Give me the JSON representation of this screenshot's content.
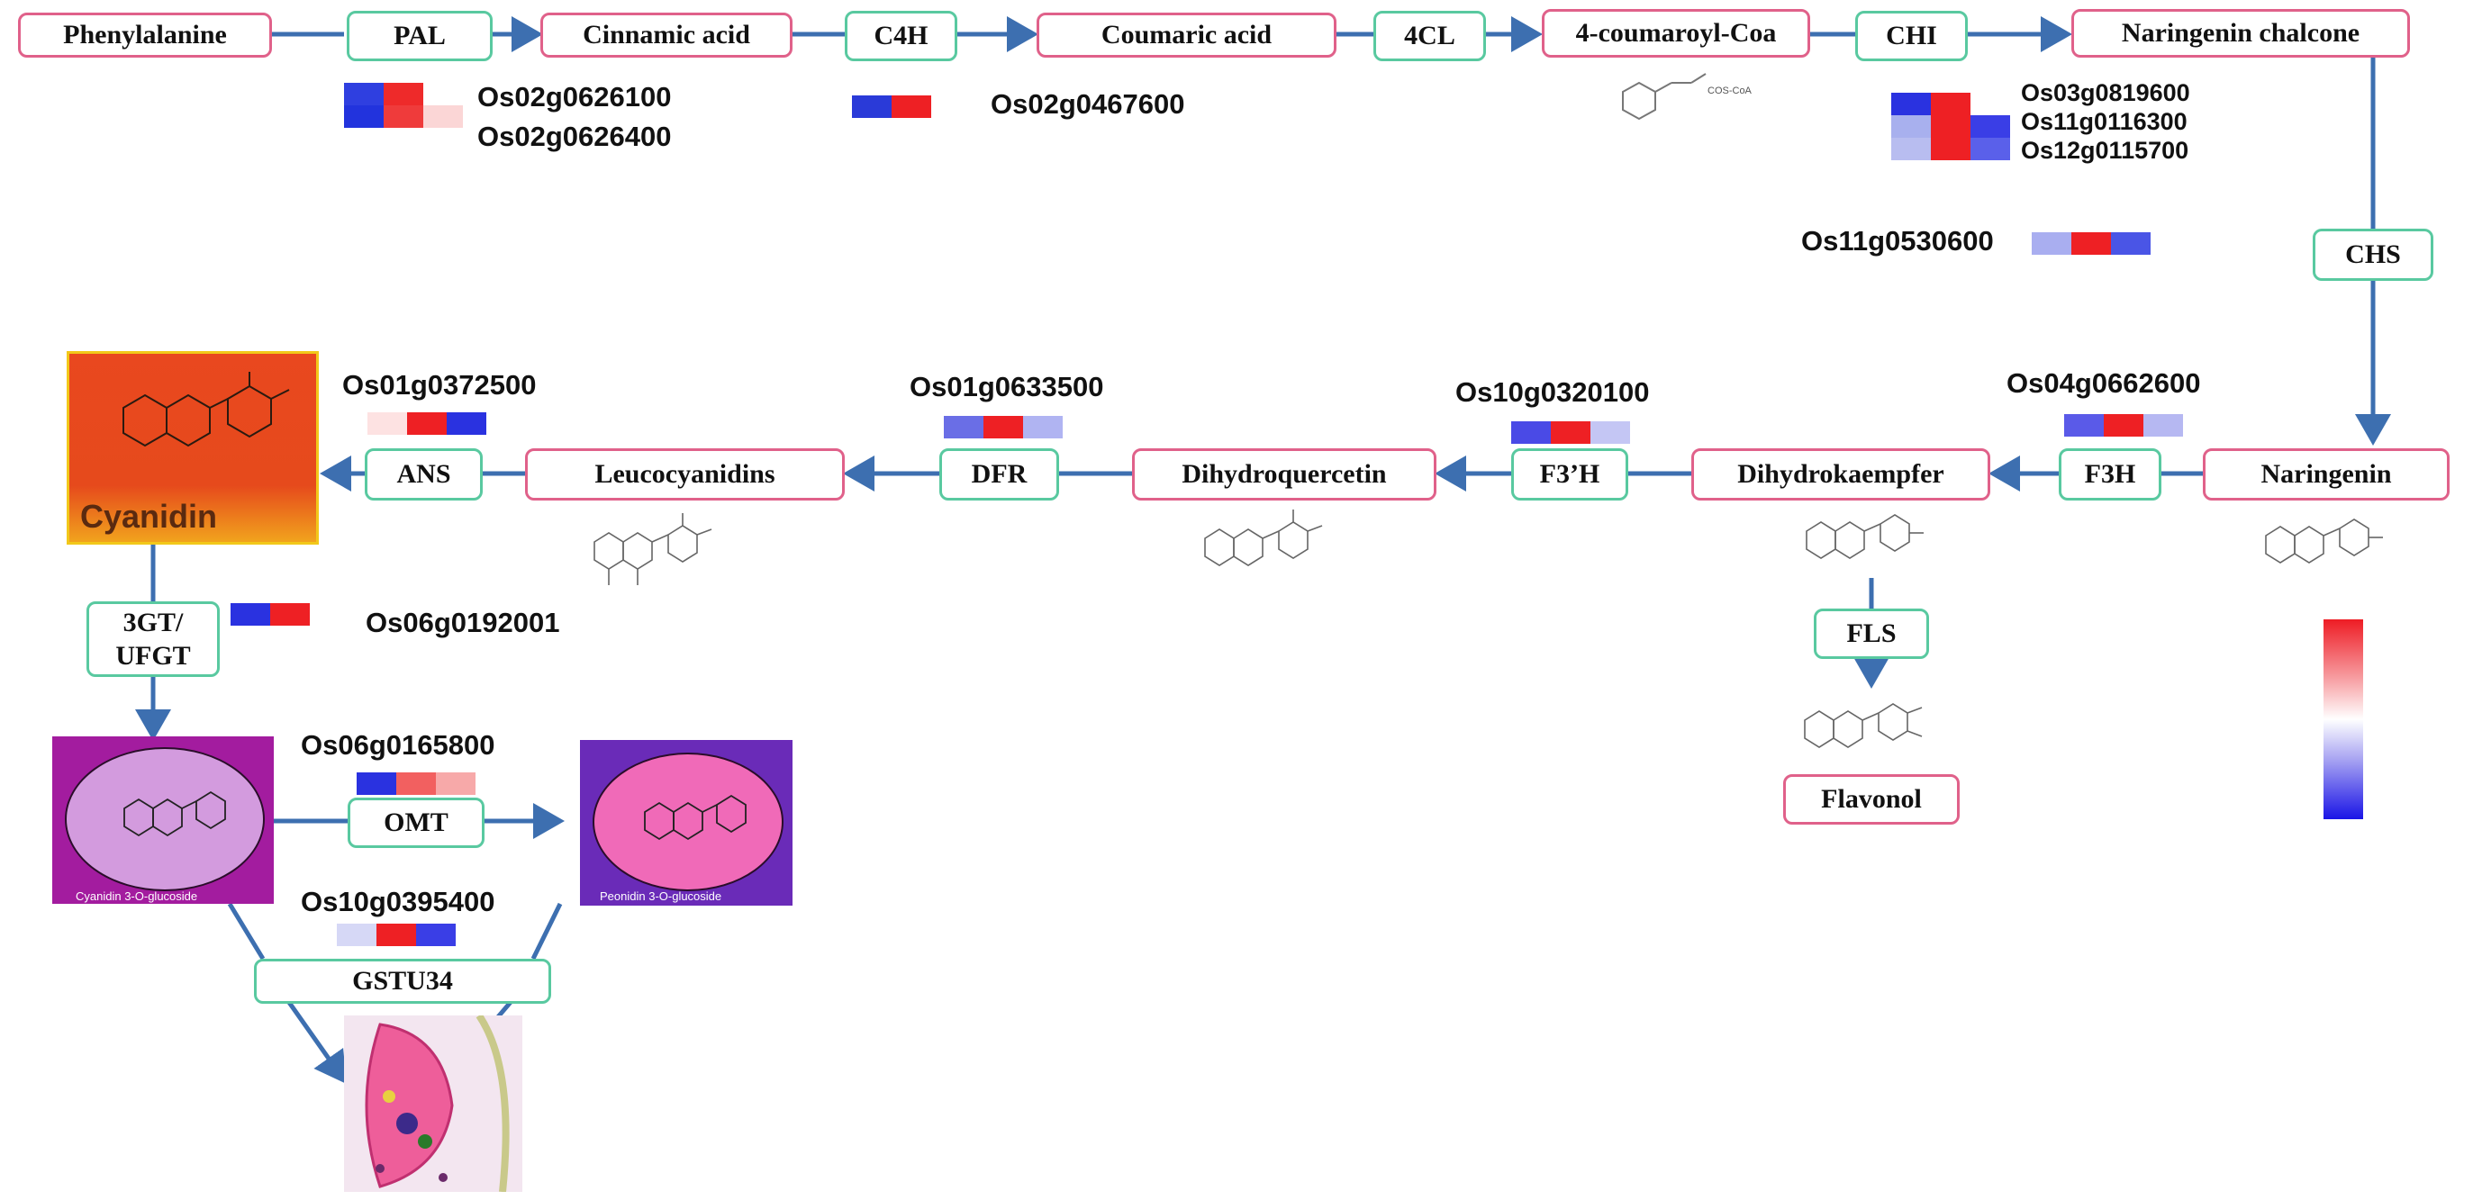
{
  "colors": {
    "up": "#ee1c24",
    "mid": "#ffffff",
    "down": "#1a14e6",
    "metabolite_border": "#e0618a",
    "enzyme_border": "#59c9a0",
    "arrow": "#3d6fb0"
  },
  "metabolites": {
    "phenylalanine": "Phenylalanine",
    "cinnamic_acid": "Cinnamic acid",
    "coumaric_acid": "Coumaric acid",
    "coumaroyl_coa": "4-coumaroyl-Coa",
    "naringenin_chalcone": "Naringenin chalcone",
    "naringenin": "Naringenin",
    "dihydrokaempfer": "Dihydrokaempfer",
    "dihydroquercetin": "Dihydroquercetin",
    "leucocyanidins": "Leucocyanidins",
    "flavonol": "Flavonol"
  },
  "enzymes": {
    "pal": "PAL",
    "c4h": "C4H",
    "cl4": "4CL",
    "chi": "CHI",
    "chs": "CHS",
    "f3h": "F3H",
    "f3prime_h": "F3’H",
    "dfr": "DFR",
    "ans": "ANS",
    "gt_line1": "3GT/",
    "gt_line2": "UFGT",
    "fls": "FLS",
    "omt": "OMT",
    "gstu34": "GSTU34"
  },
  "genes": {
    "pal_1": "Os02g0626100",
    "pal_2": "Os02g0626400",
    "c4h": "Os02g0467600",
    "chi_1": "Os03g0819600",
    "chi_2": "Os11g0116300",
    "chi_3": "Os12g0115700",
    "chs": "Os11g0530600",
    "f3h": "Os04g0662600",
    "f3prime_h": "Os10g0320100",
    "dfr": "Os01g0633500",
    "ans": "Os01g0372500",
    "ufgt": "Os06g0192001",
    "omt": "Os06g0165800",
    "gstu34": "Os10g0395400"
  },
  "heatmaps": {
    "pal_1": [
      "#2f3fe0",
      "#ee2a2a",
      "#ffffff"
    ],
    "pal_2": [
      "#2233dd",
      "#ef3b3b",
      "#fbd6d6"
    ],
    "c4h": [
      "#2a3ad8",
      "#ee2024"
    ],
    "chi_1": [
      "#2a32e0",
      "#ee2024",
      "#ffffff"
    ],
    "chi_2": [
      "#a8b0ee",
      "#ee2024",
      "#3a3ee6"
    ],
    "chi_3": [
      "#b8bdf0",
      "#ee2024",
      "#5a60ea"
    ],
    "chs": [
      "#a9aef0",
      "#ee2024",
      "#4a55e6"
    ],
    "f3h": [
      "#5a5ae8",
      "#ee2024",
      "#b6b8f2"
    ],
    "f3prime_h": [
      "#4a4ae6",
      "#ee2024",
      "#c4c6f4"
    ],
    "dfr": [
      "#6a6ee6",
      "#ee2024",
      "#b0b4f2"
    ],
    "ans": [
      "#fde2e2",
      "#ee2024",
      "#2a32e0"
    ],
    "ufgt": [
      "#2a32e0",
      "#ee2024"
    ],
    "omt": [
      "#2a32e0",
      "#f26060",
      "#f7a9a9"
    ],
    "gstu34": [
      "#d6d8f6",
      "#ee2024",
      "#3a3ee6"
    ]
  },
  "molecule_labels": {
    "coumaroyl_coa": "COS-CoA"
  },
  "pictures": {
    "cyanidin": "Cyanidin",
    "cyanidin_glucoside": "Cyanidin 3-O-glucoside",
    "peonidin_glucoside": "Peonidin 3-O-glucoside"
  },
  "color_scale": {
    "top": "#ee1c24",
    "middle": "#ffffff",
    "bottom": "#1a14e6"
  }
}
